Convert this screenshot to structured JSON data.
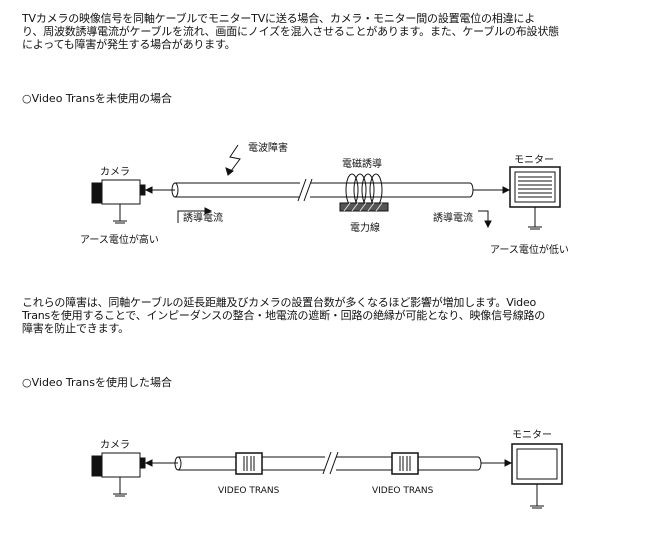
{
  "intro": {
    "lines": [
      "TVカメラの映像信号を同軸ケーブルでモニターTVに送る場合、カメラ・モニター間の設置電位の相違によ",
      "り、周波数誘導電流がケーブルを流れ、画面にノイズを混入させることがあります。また、ケーブルの布設状態",
      "によっても障害が発生する場合があります。"
    ]
  },
  "section1": {
    "heading": "○Video Transを未使用の場合",
    "labels": {
      "camera": "カメラ",
      "radio_noise": "電波障害",
      "magnetic_induction": "電磁誘導",
      "monitor": "モニター",
      "induced_current_left": "誘導電流",
      "induced_current_right": "誘導電流",
      "power_line": "電力線",
      "earth_high": "アース電位が高い",
      "earth_low": "アース電位が低い"
    }
  },
  "middle": {
    "lines": [
      "これらの障害は、同軸ケーブルの延長距離及びカメラの設置台数が多くなるほど影響が増加します。Video",
      "Transを使用することで、インピーダンスの整合・地電流の遮断・回路の絶縁が可能となり、映像信号線路の",
      "障害を防止できます。"
    ]
  },
  "section2": {
    "heading": "○Video Transを使用した場合",
    "labels": {
      "camera": "カメラ",
      "monitor": "モニター",
      "video_trans_1": "VIDEO TRANS",
      "video_trans_2": "VIDEO TRANS"
    }
  }
}
